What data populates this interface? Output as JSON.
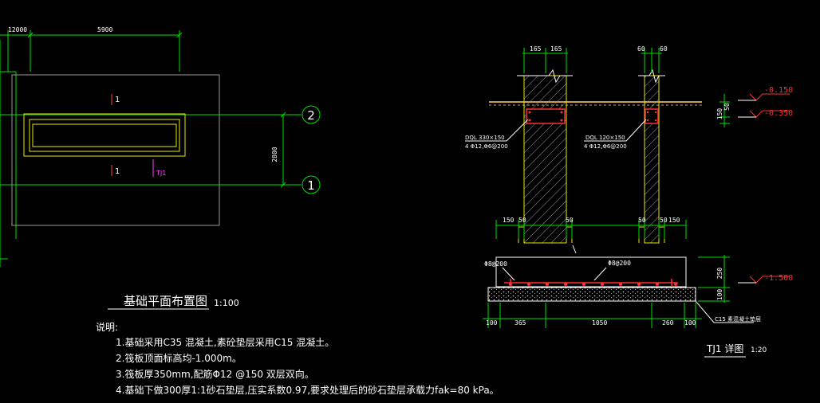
{
  "plan": {
    "dims": {
      "d_top_left": "12000",
      "d_top_span": "5900",
      "d_height": "2800"
    },
    "grid_labels": [
      "1",
      "2"
    ],
    "section_marks": [
      "1",
      "1",
      "TJ1"
    ],
    "title": "基础平面布置图",
    "scale": "1:100"
  },
  "notes": {
    "heading": "说明:",
    "items": [
      "1.基础采用C35 混凝土,素砼垫层采用C15 混凝土。",
      "2.筏板顶面标高均-1.000m。",
      "3.筏板厚350mm,配筋Φ12 @150 双层双向。",
      "4.基础下做300厚1:1砂石垫层,压实系数0.97,要求处理后的砂石垫层承载力fak=80 kPa。"
    ]
  },
  "detail": {
    "title": "TJ1 详图",
    "scale": "1:20",
    "wall_left_dims": [
      "165",
      "165"
    ],
    "wall_right_dims": [
      "60",
      "60"
    ],
    "beam_left_label": "DQL 330×150",
    "beam_left_rebar": "4 Φ12,Φ6@200",
    "beam_right_label": "DQL 120×150",
    "beam_right_rebar": "4 Φ12,Φ6@200",
    "step_dims": [
      "150",
      "50",
      "50",
      "50",
      "50",
      "150"
    ],
    "footing_rebar_left": "Φ8@200",
    "footing_rebar_mid": "Φ8@200",
    "bottom_dims": [
      "100",
      "365",
      "1050",
      "260",
      "100"
    ],
    "right_dims": [
      "150",
      "50",
      "250",
      "100"
    ],
    "elevations": [
      "-0.150",
      "-0.350",
      "-1.500"
    ],
    "bed_label": "C15 素混凝土垫层"
  }
}
